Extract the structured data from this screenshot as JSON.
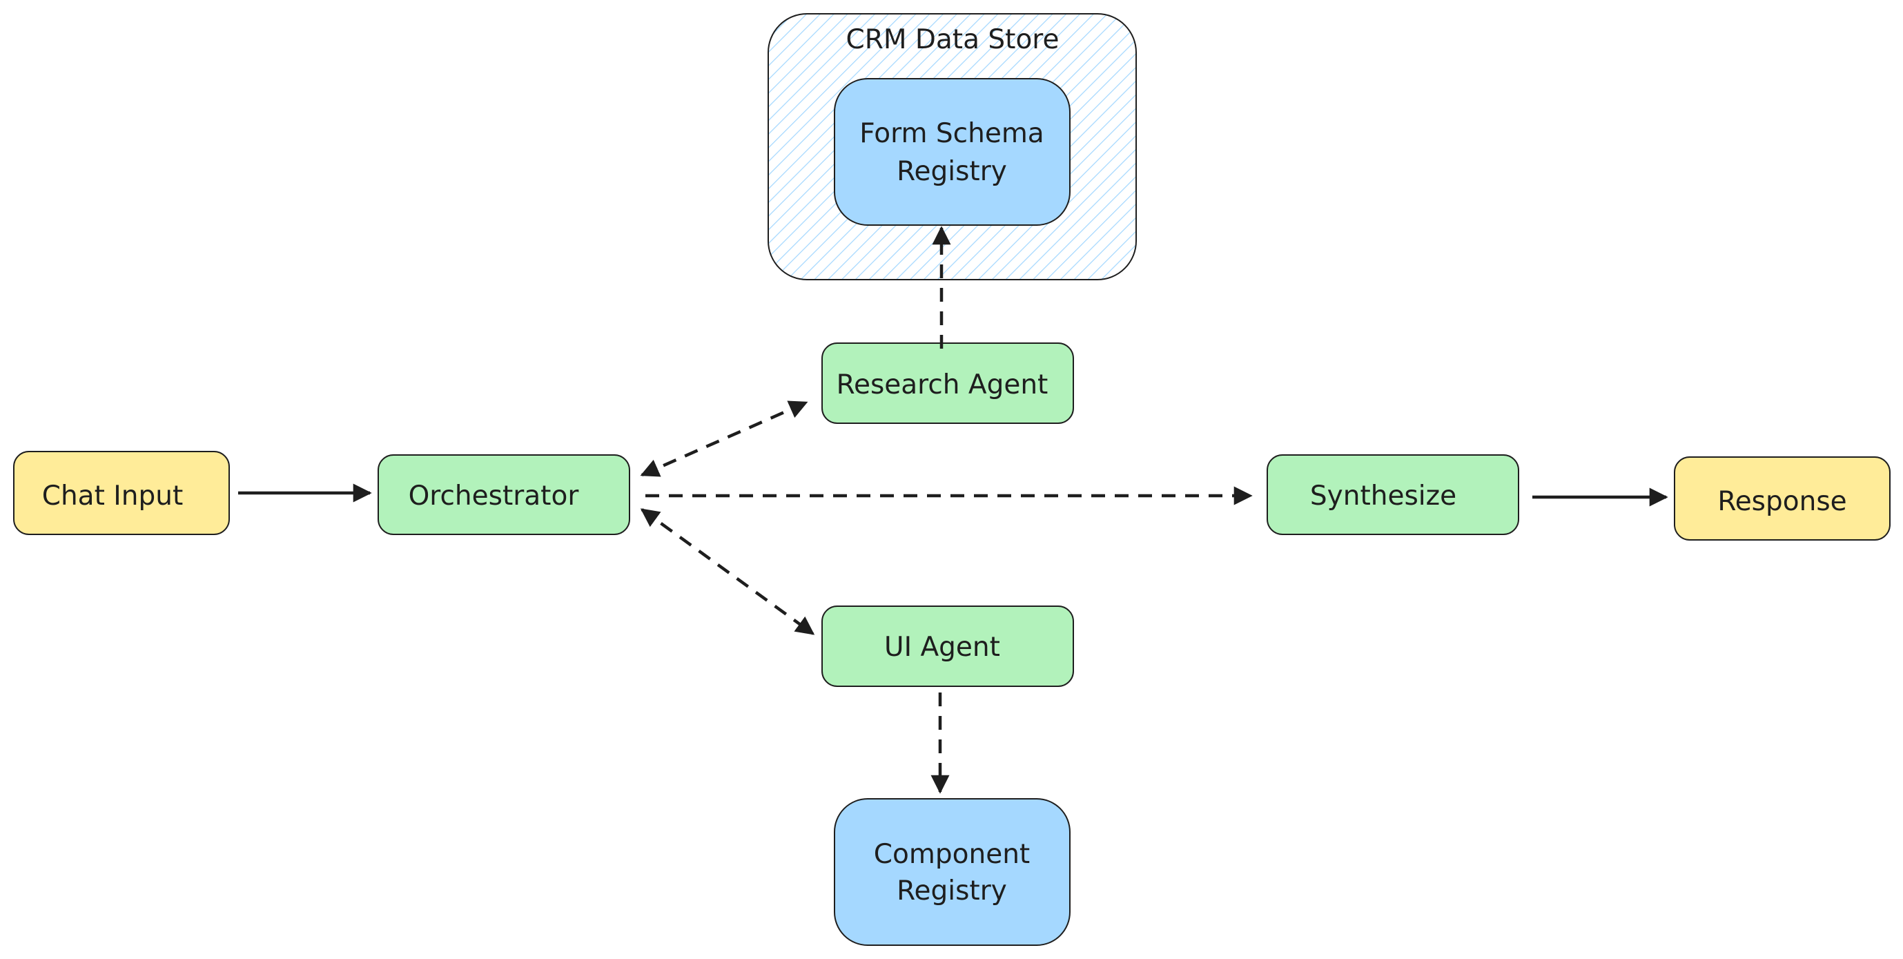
{
  "diagram": {
    "group": {
      "label": "CRM Data Store"
    },
    "nodes": {
      "chat_input": {
        "label": "Chat Input"
      },
      "orchestrator": {
        "label": "Orchestrator"
      },
      "research_agent": {
        "label": "Research Agent"
      },
      "ui_agent": {
        "label": "UI Agent"
      },
      "synthesize": {
        "label": "Synthesize"
      },
      "response": {
        "label": "Response"
      },
      "form_schema_registry": {
        "line1": "Form Schema",
        "line2": "Registry"
      },
      "component_registry": {
        "line1": "Component",
        "line2": "Registry"
      }
    },
    "colors": {
      "io_fill": "#ffec99",
      "agent_fill": "#b2f2bb",
      "store_fill": "#a5d8ff",
      "group_hatch": "#a5d8ff",
      "stroke": "#1e1e1e"
    }
  }
}
